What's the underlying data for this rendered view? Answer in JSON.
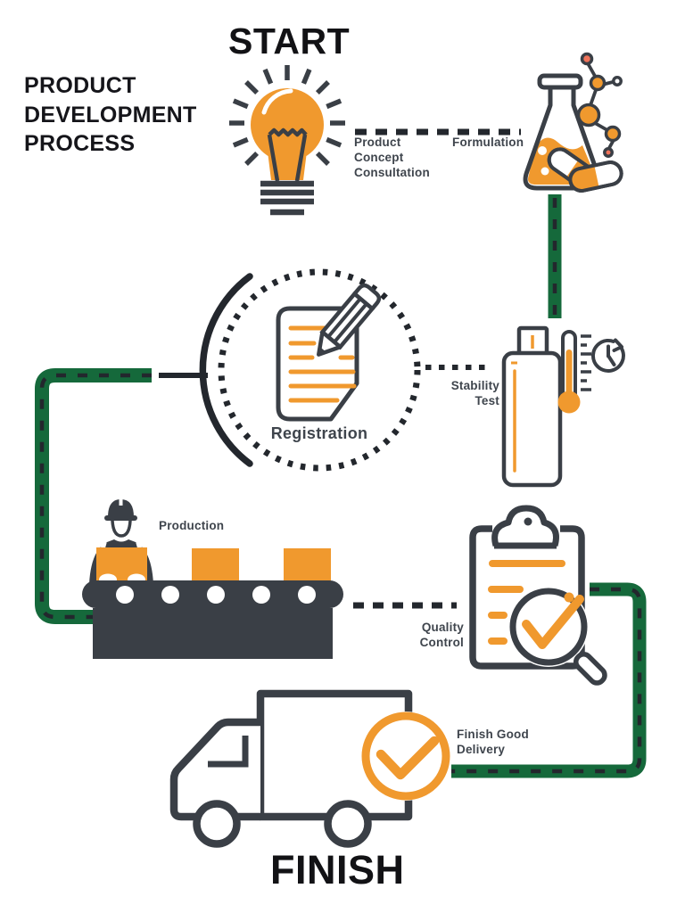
{
  "header": {
    "title": "PRODUCT DEVELOPMENT PROCESS"
  },
  "flow": {
    "start_label": "START",
    "finish_label": "FINISH",
    "steps": [
      {
        "id": "concept",
        "label": "Product\nConcept\nConsultation",
        "icon": "lightbulb-icon"
      },
      {
        "id": "formulation",
        "label": "Formulation",
        "icon": "flask-molecule-icon"
      },
      {
        "id": "stability",
        "label": "Stability\nTest",
        "icon": "bottle-thermometer-clock-icon"
      },
      {
        "id": "registration",
        "label": "Registration",
        "icon": "document-pencil-icon"
      },
      {
        "id": "production",
        "label": "Production",
        "icon": "worker-conveyor-icon"
      },
      {
        "id": "quality",
        "label": "Quality\nControl",
        "icon": "clipboard-magnifier-check-icon"
      },
      {
        "id": "delivery",
        "label": "Finish Good\nDelivery",
        "icon": "truck-check-circle-icon"
      }
    ]
  },
  "colors": {
    "orange": "#F0992E",
    "salmon": "#F0735A",
    "green": "#15693B",
    "dark": "#3A3F46",
    "ink": "#23272D",
    "label": "#3F454D",
    "big": "#121215"
  }
}
